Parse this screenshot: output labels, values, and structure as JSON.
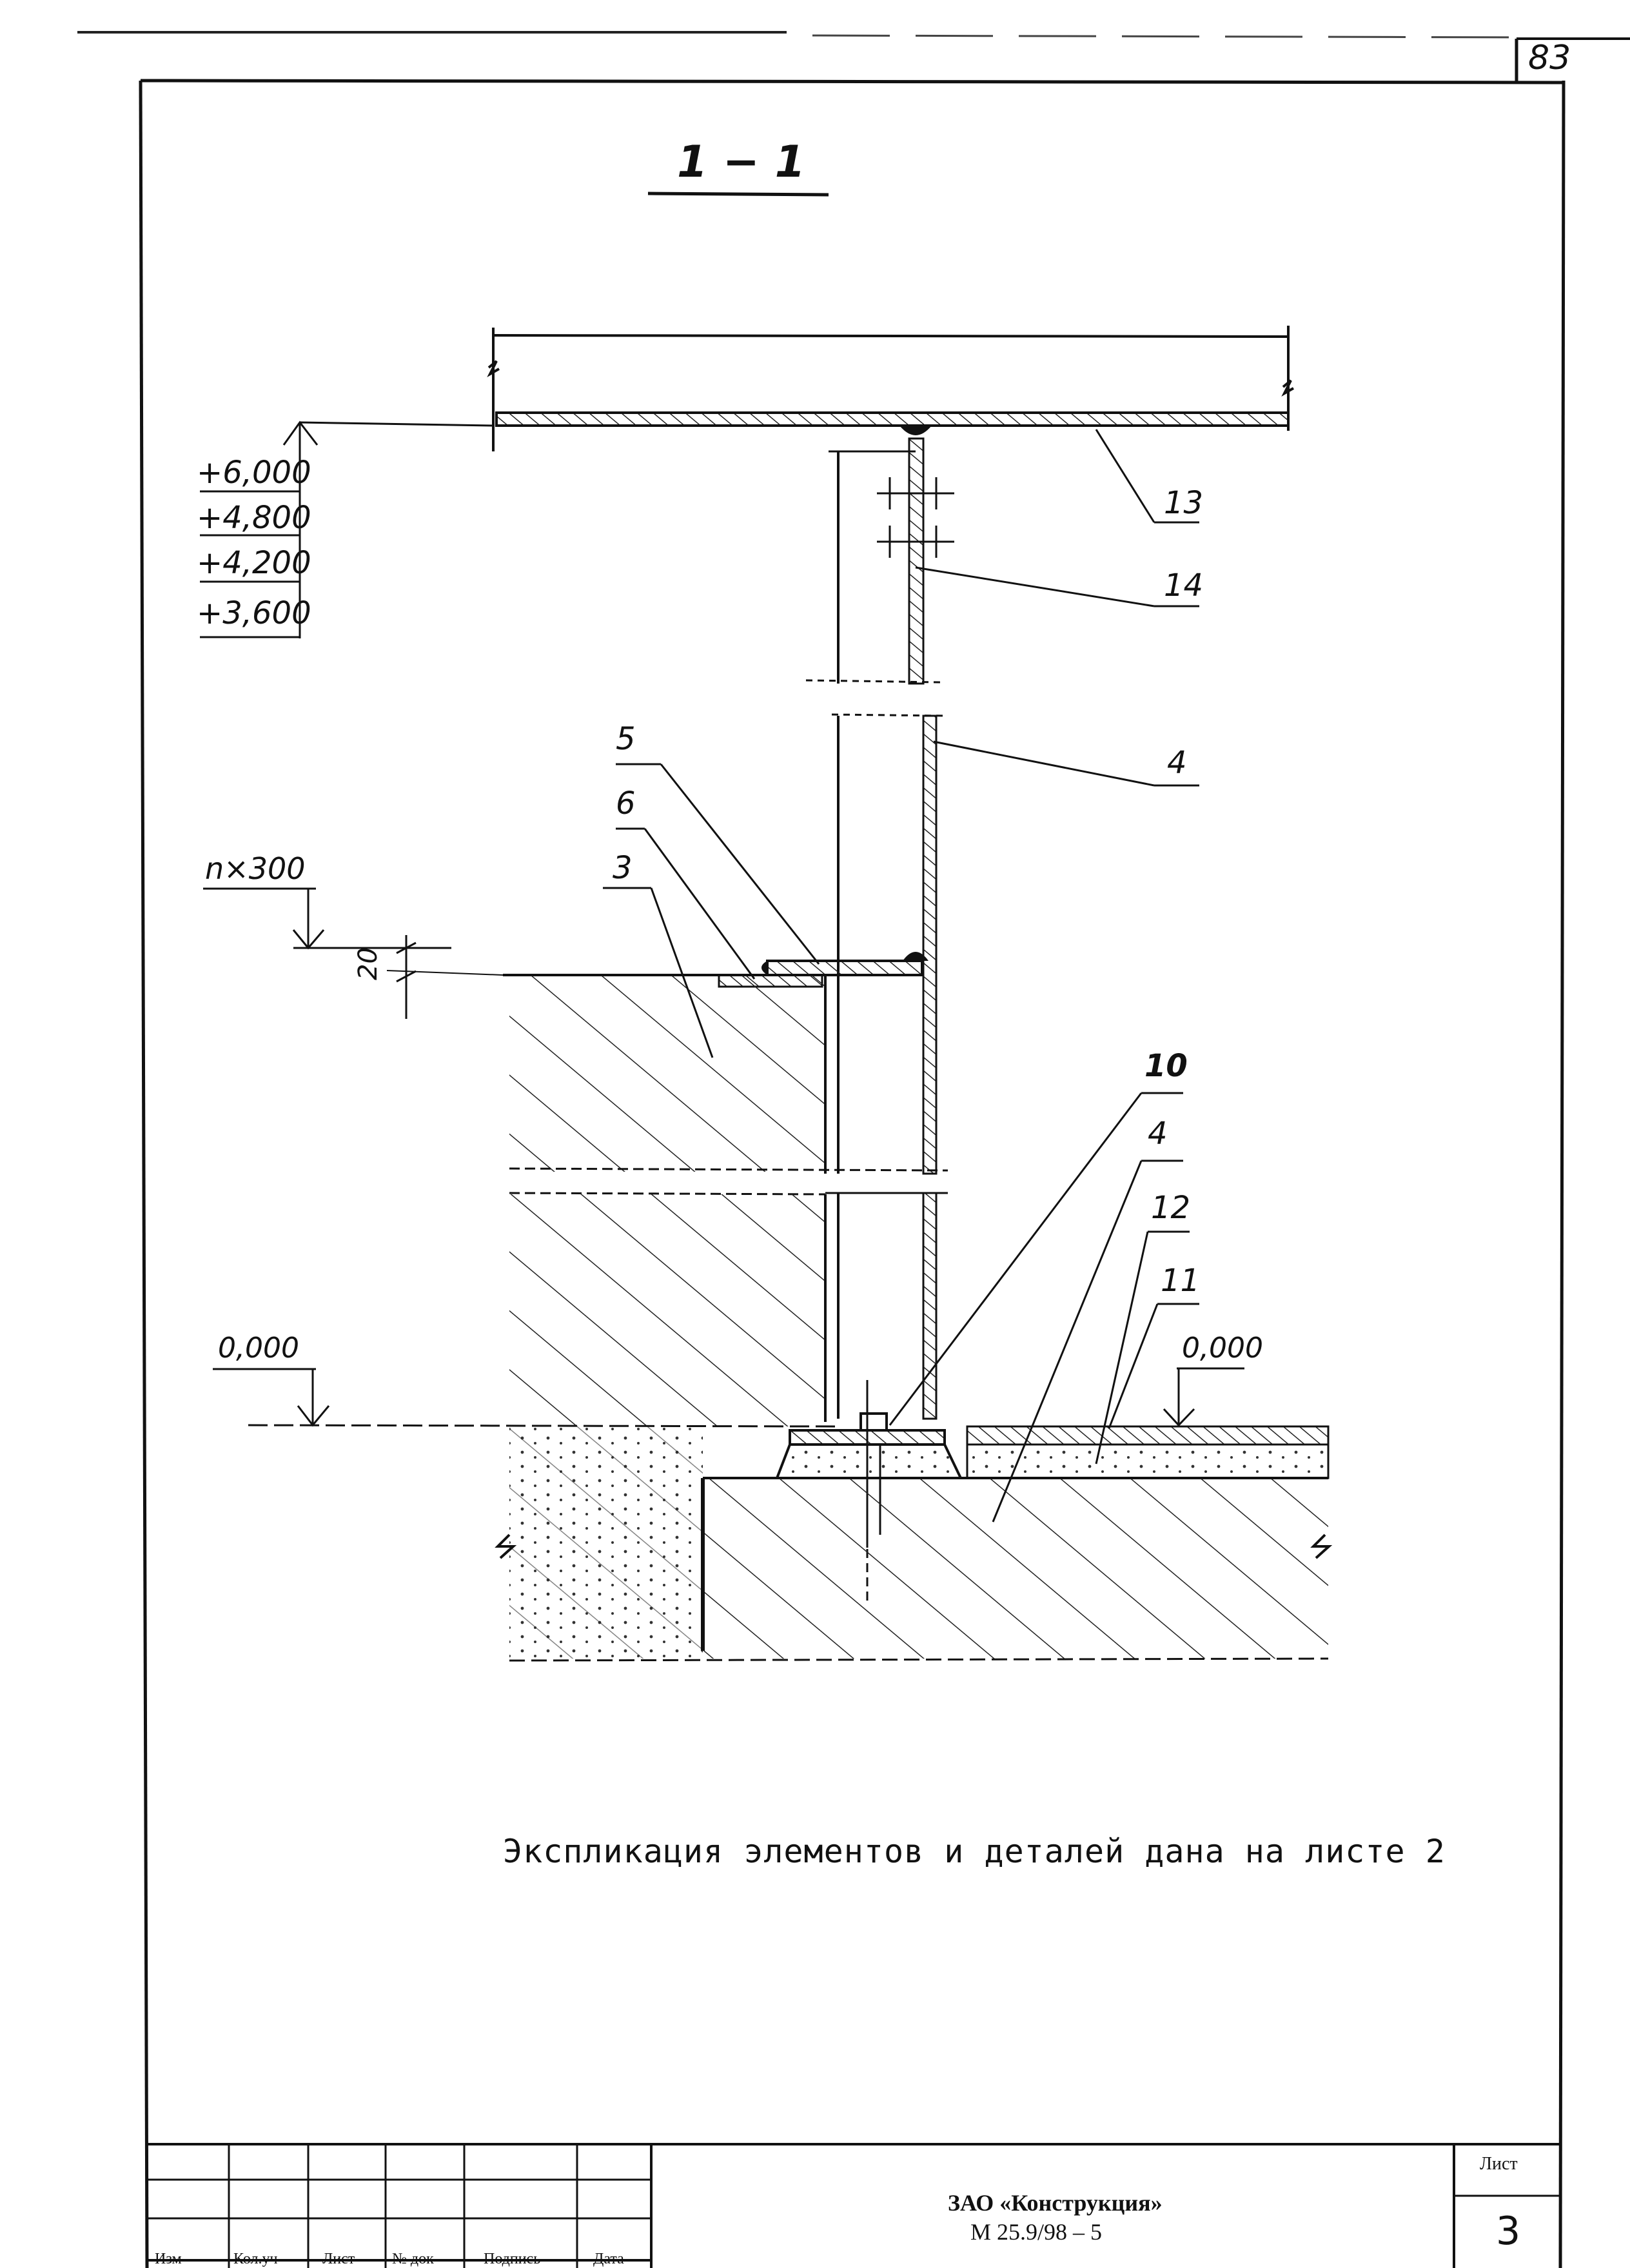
{
  "page_number": "83",
  "section_title": "1 − 1",
  "elevations": [
    "+6,000",
    "+4,800",
    "+4,200",
    "+3,600"
  ],
  "dim_label": "n×300",
  "dim_20": "20",
  "level_left": "0,000",
  "level_right": "0,000",
  "callouts": {
    "c13": "13",
    "c14": "14",
    "c4a": "4",
    "c5": "5",
    "c6": "6",
    "c3": "3",
    "c10": "10",
    "c4b": "4",
    "c12": "12",
    "c11": "11"
  },
  "note": "Экспликация элементов и деталей дана на листе 2",
  "title_block": {
    "company": "ЗАО «Конструкция»",
    "code": "М 25.9/98 – 5",
    "sheet_label": "Лист",
    "sheet_number": "3",
    "col_headers": [
      "Изм",
      "Кол.уч",
      "Лист",
      "№ док",
      "Подпись",
      "Дата"
    ]
  }
}
